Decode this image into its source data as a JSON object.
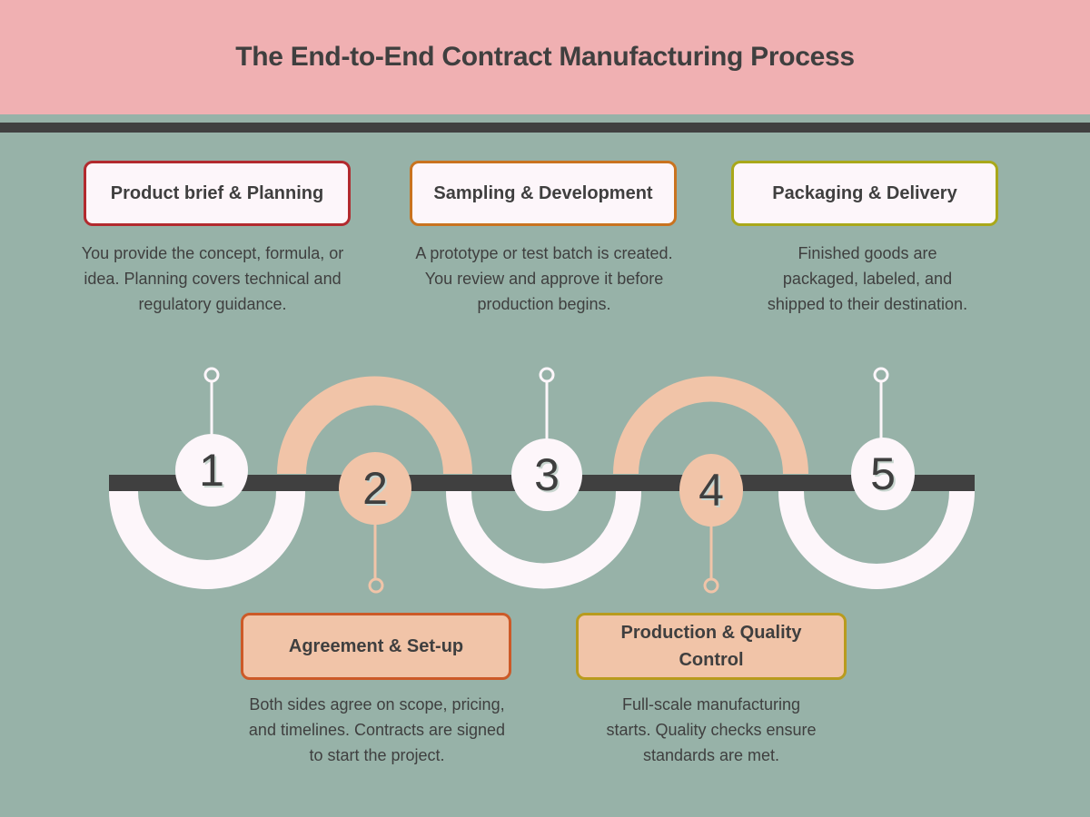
{
  "title": "The End-to-End Contract Manufacturing Process",
  "colors": {
    "header_bg": "#f0b0b2",
    "background": "#97b2a8",
    "bar": "#404040",
    "light": "#fdf6fa",
    "peach": "#f1c4a8",
    "text": "#3f3f3f"
  },
  "steps": [
    {
      "number": "1",
      "title": "Product brief & Planning",
      "description": "You provide the concept, formula, or idea. Planning covers technical and regulatory guidance.",
      "border_color": "#b22a2e",
      "position": "top"
    },
    {
      "number": "2",
      "title": "Agreement & Set-up",
      "description": "Both sides agree on scope, pricing, and timelines. Contracts are signed to start the project.",
      "border_color": "#cc5a28",
      "position": "bottom"
    },
    {
      "number": "3",
      "title": "Sampling & Development",
      "description": "A prototype or test batch is created. You review and approve it before production begins.",
      "border_color": "#c9731f",
      "position": "top"
    },
    {
      "number": "4",
      "title": "Production & Quality Control",
      "description": "Full-scale manufacturing starts. Quality checks ensure standards are met.",
      "border_color": "#b89b1e",
      "position": "bottom"
    },
    {
      "number": "5",
      "title": "Packaging & Delivery",
      "description": "Finished goods are packaged, labeled, and shipped to their destination.",
      "border_color": "#a9a81a",
      "position": "top"
    }
  ]
}
